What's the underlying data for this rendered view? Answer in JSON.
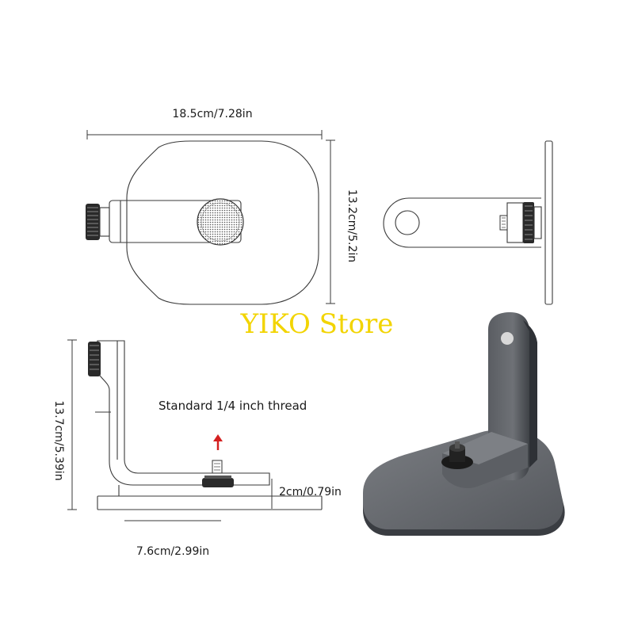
{
  "dimensions": {
    "top_width": "18.5cm/7.28in",
    "top_height": "13.2cm/5.2in",
    "side_height": "13.7cm/5.39in",
    "base_depth": "7.6cm/2.99in",
    "base_thickness": "2cm/0.79in"
  },
  "thread_note": "Standard 1/4 inch thread",
  "watermark": "YIKO Store",
  "colors": {
    "line": "#3a3a3a",
    "arrow": "#d42020",
    "watermark": "#f2d400",
    "metal_dark": "#4a4d52",
    "metal_light": "#8a8d92"
  }
}
